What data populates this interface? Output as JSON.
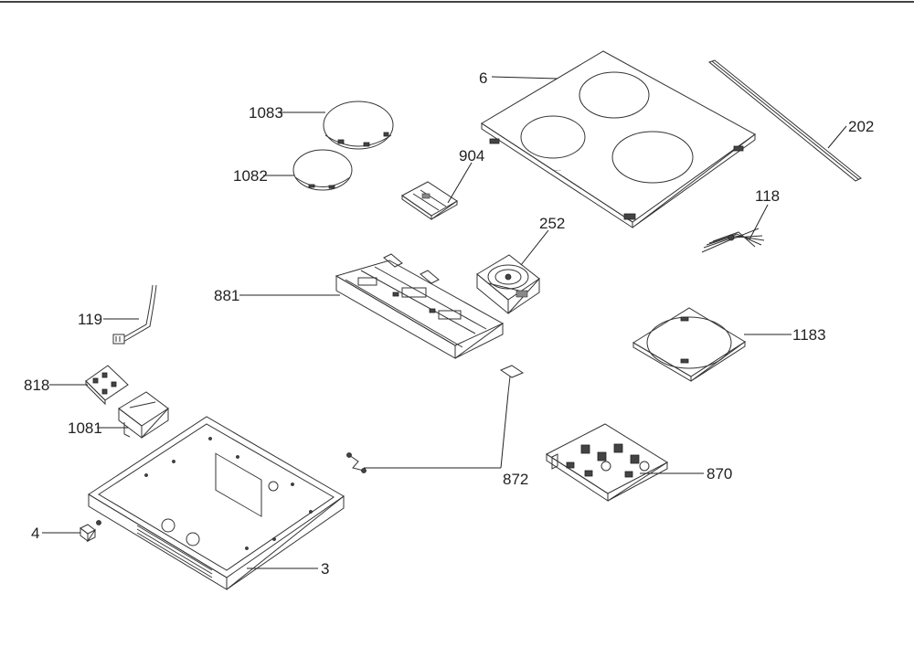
{
  "diagram": {
    "labels": {
      "p6": "6",
      "p202": "202",
      "p1083": "1083",
      "p1082": "1082",
      "p904": "904",
      "p118": "118",
      "p252": "252",
      "p881": "881",
      "p119": "119",
      "p1183": "1183",
      "p818": "818",
      "p1081": "1081",
      "p872": "872",
      "p870": "870",
      "p4": "4",
      "p3": "3"
    }
  }
}
